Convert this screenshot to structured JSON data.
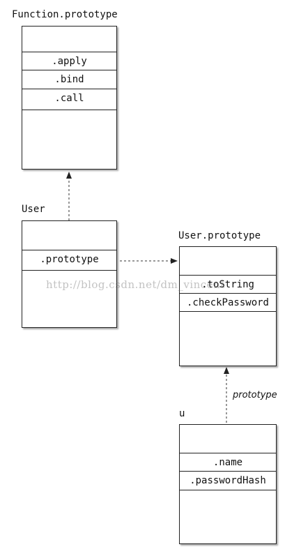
{
  "function_prototype": {
    "title": "Function.prototype",
    "members": [
      ".apply",
      ".bind",
      ".call"
    ]
  },
  "user": {
    "title": "User",
    "members": [
      ".prototype"
    ]
  },
  "user_prototype": {
    "title": "User.prototype",
    "members": [
      ".toString",
      ".checkPassword"
    ]
  },
  "u": {
    "title": "u",
    "members": [
      ".name",
      ".passwordHash"
    ]
  },
  "edges": {
    "u_to_user_prototype_label": "prototype"
  },
  "watermark": "http://blog.csdn.net/dm_vincent",
  "colors": {
    "line": "#222222",
    "background": "#ffffff"
  }
}
